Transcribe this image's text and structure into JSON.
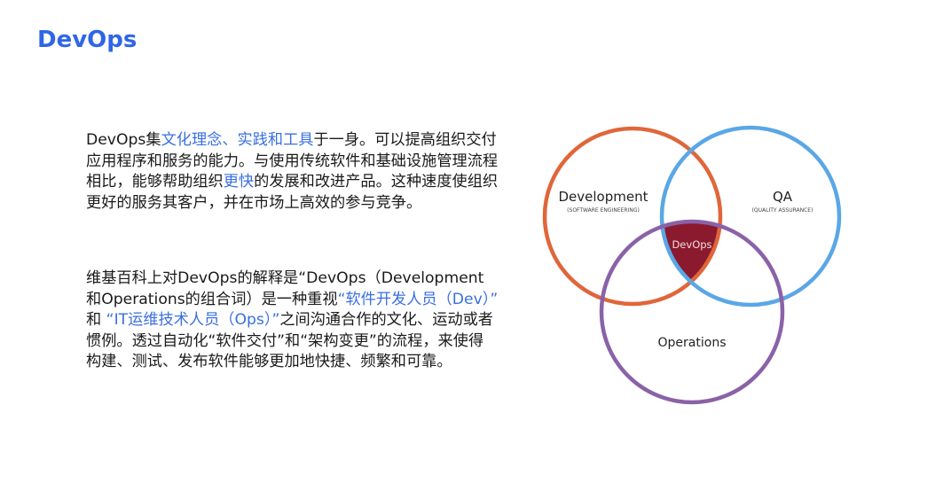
{
  "title": "DevOps",
  "paragraph1": {
    "parts": [
      "DevOps集",
      "文化理念、实践和工具",
      "于一身。可以提高组织交付应用程序和服务的能力。与使用传统软件和基础设施管理流程相比，能够帮助组织",
      "更快",
      "的发展和改进产品。这种速度使组织更好的服务其客户，并在市场上高效的参与竞争。"
    ]
  },
  "paragraph2": {
    "parts": [
      "维基百科上对DevOps的解释是“DevOps（Development和Operations的组合词）是一种重视",
      "“软件开发人员（Dev）”",
      "和",
      "“IT运维技术人员（Ops）”",
      "之间沟通合作的文化、运动或者惯例。透过自动化“软件交付”和“架构变更”的流程，来使得构建、测试、发布软件能够更加地快捷、频繁和可靠。"
    ]
  },
  "venn": {
    "development": {
      "label": "Development",
      "sub": "(SOFTWARE ENGINEERING)",
      "color": "#e0663a"
    },
    "qa": {
      "label": "QA",
      "sub": "(QUALITY ASSURANCE)",
      "color": "#5aa7e6"
    },
    "operations": {
      "label": "Operations",
      "color": "#8a62a8"
    },
    "center": {
      "label": "DevOps",
      "color": "#8b1a2e"
    }
  }
}
